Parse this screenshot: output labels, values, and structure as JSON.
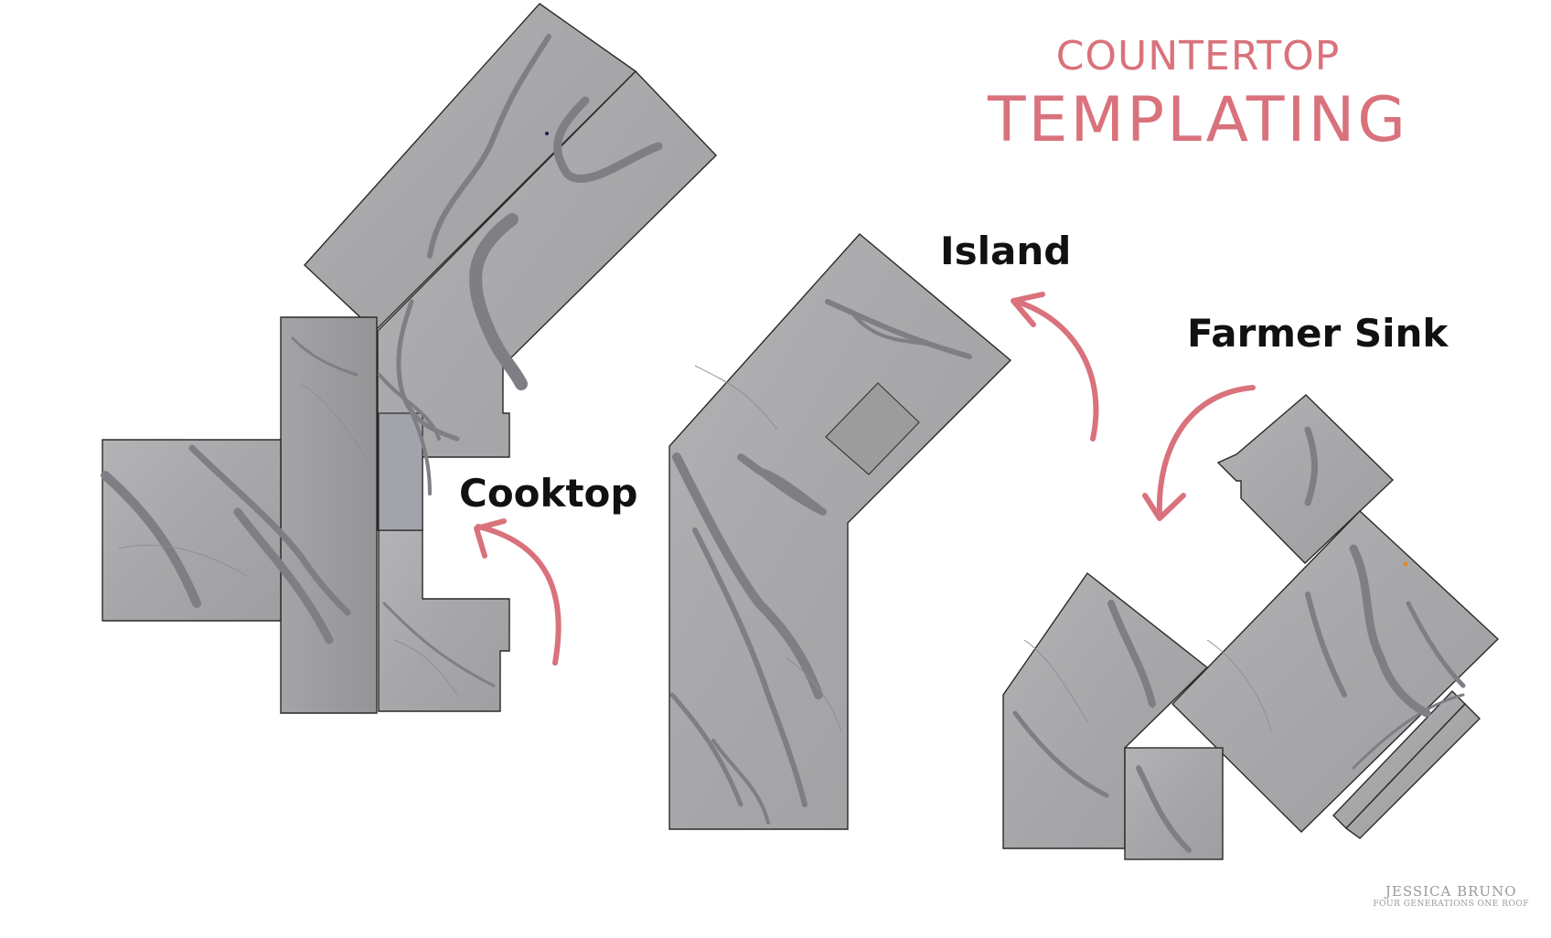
{
  "title": {
    "line1": "COUNTERTOP",
    "line2": "TEMPLATING"
  },
  "labels": {
    "island": "Island",
    "farmer_sink": "Farmer Sink",
    "cooktop": "Cooktop"
  },
  "watermark": {
    "name": "JESSICA BRUNO",
    "tagline": "FOUR GENERATIONS ONE ROOF"
  },
  "colors": {
    "accent": "#d9727c",
    "slab": "#a9a9ab",
    "vein": "#7e7e84",
    "background": "#ffffff"
  }
}
